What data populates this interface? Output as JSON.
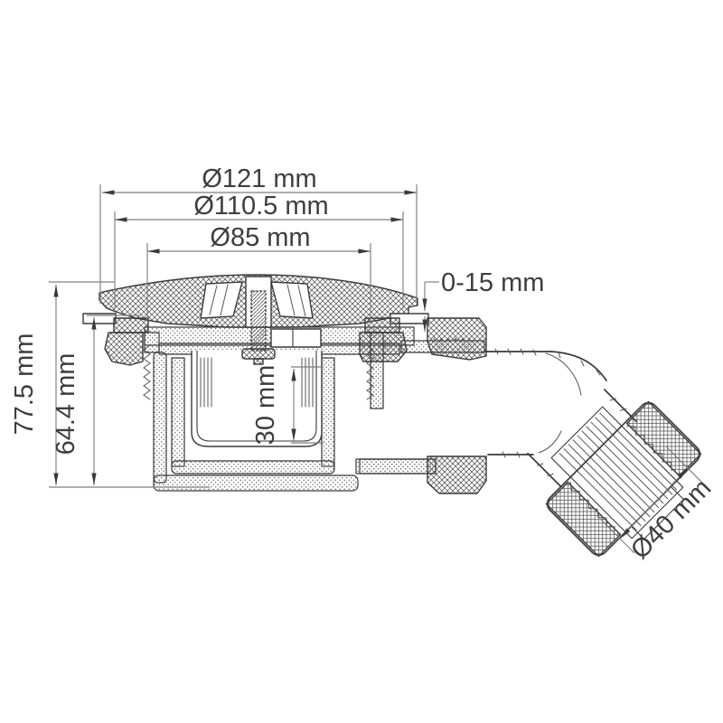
{
  "drawing": {
    "background": "#ffffff",
    "line_color": "#3a3a3a",
    "dim_line_color": "#7e7e7e",
    "text_color": "#3e3e3e",
    "labels": {
      "cover_diameter": "Ø121 mm",
      "flange_diameter": "Ø110.5 mm",
      "grate_diameter": "Ø85 mm",
      "tray_range": "0-15 mm",
      "total_height": "77.5 mm",
      "body_height": "64.4 mm",
      "trap_depth": "30 mm",
      "outlet_diameter": "Ø40 mm"
    }
  }
}
